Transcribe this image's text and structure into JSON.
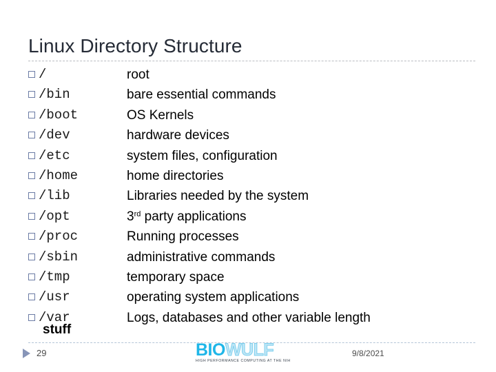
{
  "slide": {
    "title": "Linux Directory Structure",
    "accent_color": "#6b7ba4",
    "title_color": "#252b36",
    "background": "#ffffff",
    "bullet_glyph": "hollow-square"
  },
  "rows": [
    {
      "path": "/",
      "desc": "root"
    },
    {
      "path": "/bin",
      "desc": "bare essential commands"
    },
    {
      "path": "/boot",
      "desc": "OS Kernels"
    },
    {
      "path": "/dev",
      "desc": "hardware devices"
    },
    {
      "path": "/etc",
      "desc": "system files, configuration"
    },
    {
      "path": "/home",
      "desc": "home directories"
    },
    {
      "path": "/lib",
      "desc": "Libraries needed by the system"
    },
    {
      "path": "/opt",
      "desc_pre": "3",
      "desc_sup": "rd",
      "desc": " party applications"
    },
    {
      "path": "/proc",
      "desc": "Running processes"
    },
    {
      "path": "/sbin",
      "desc": "administrative commands"
    },
    {
      "path": "/tmp",
      "desc": "temporary space"
    },
    {
      "path": "/usr",
      "desc": "operating system applications"
    },
    {
      "path": "/var",
      "desc": "Logs, databases and other variable length"
    }
  ],
  "wrap_line": "stuff",
  "footer": {
    "page_number": "29",
    "date": "9/8/2021",
    "logo": {
      "part1": "BIO",
      "part2": "WULF",
      "tagline": "HIGH PERFORMANCE COMPUTING AT THE NIH",
      "color_primary": "#1fb6e8",
      "color_secondary": "#bfe6f6"
    }
  }
}
